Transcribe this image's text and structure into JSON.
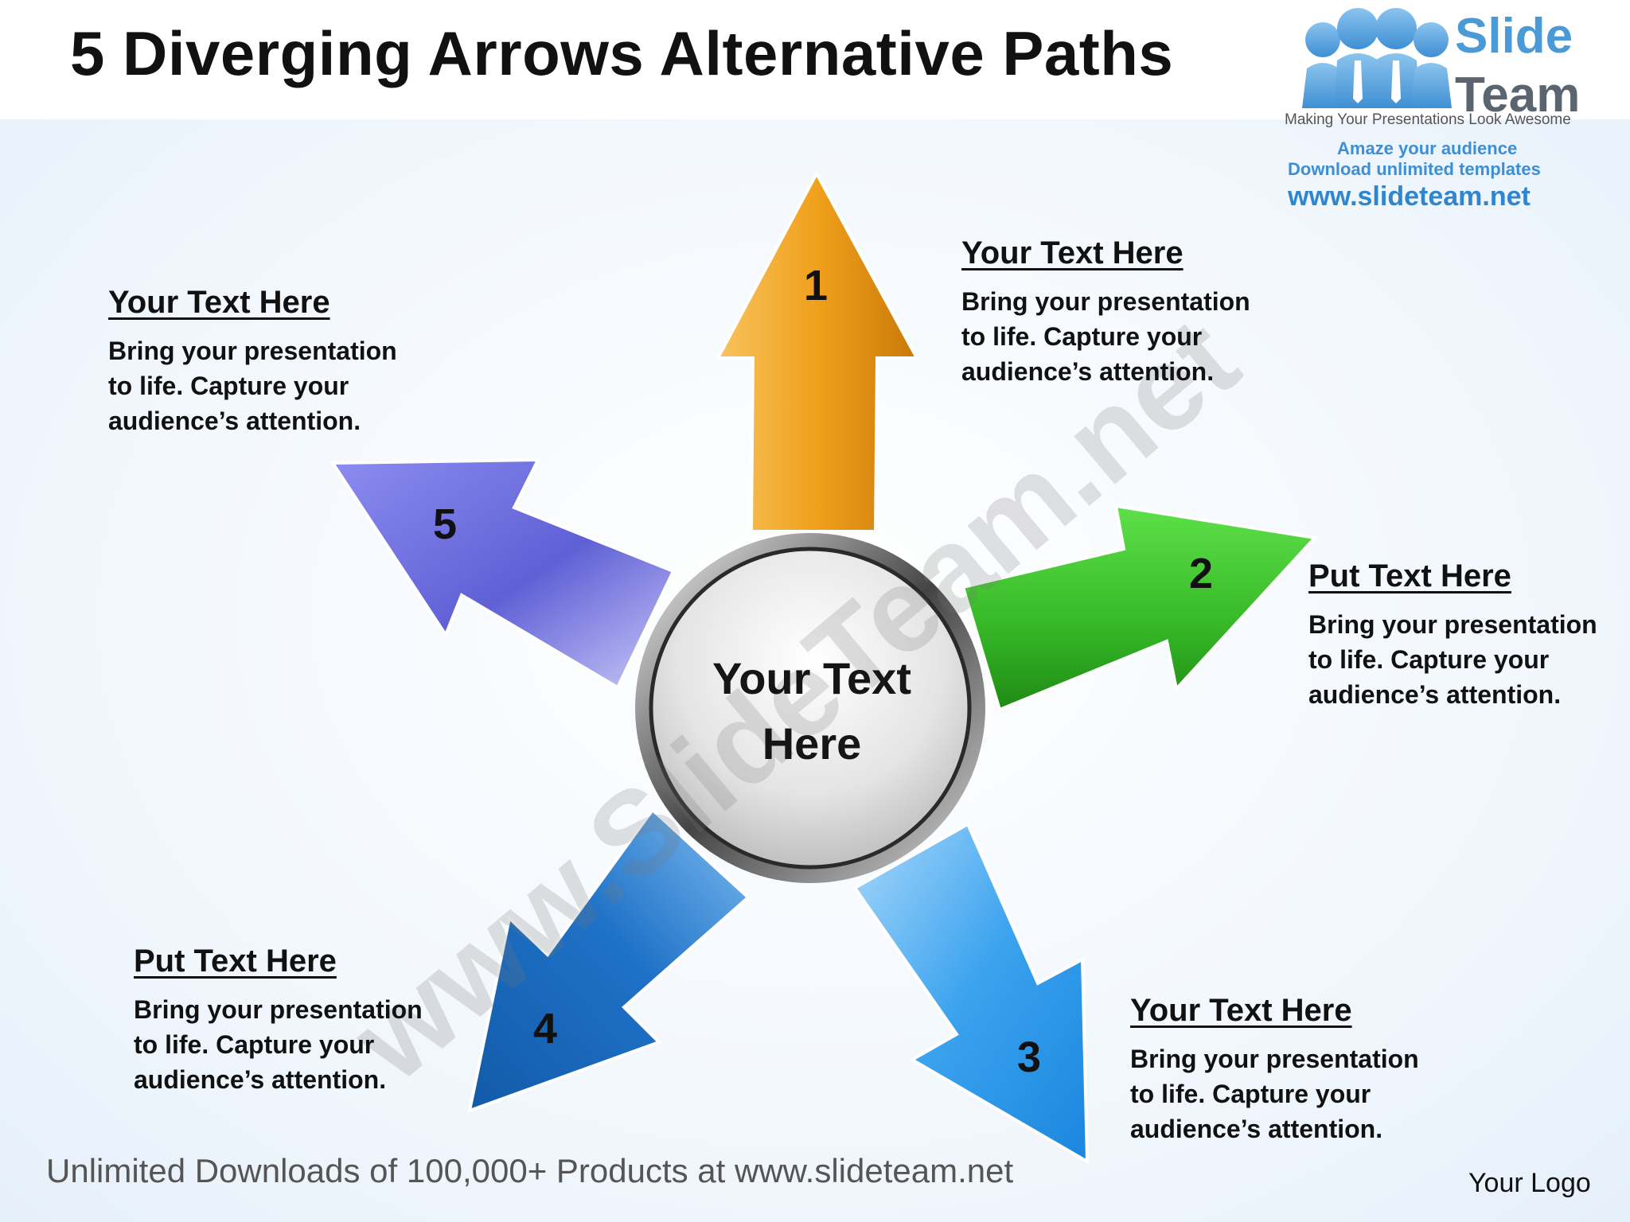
{
  "title": "5 Diverging Arrows Alternative Paths",
  "brand": {
    "word1": "Slide",
    "word2": "Team",
    "tagline": "Making Your Presentations Look Awesome",
    "line1": "Amaze your audience",
    "line2": "Download unlimited templates",
    "url": "www.slideteam.net"
  },
  "watermark": "www.SlideTeam.net",
  "center": {
    "line1": "Your Text",
    "line2": "Here"
  },
  "arrows": [
    {
      "number": "1",
      "color": "#f0a01c",
      "heading": "Your Text Here",
      "body": [
        "Bring your presentation",
        "to life. Capture your",
        "audience’s attention."
      ]
    },
    {
      "number": "2",
      "color": "#3cbf2c",
      "heading": "Put Text Here",
      "body": [
        "Bring your presentation",
        "to life. Capture your",
        "audience’s attention."
      ]
    },
    {
      "number": "3",
      "color": "#3aa2ee",
      "heading": "Your Text Here",
      "body": [
        "Bring your presentation",
        "to life. Capture your",
        "audience’s attention."
      ]
    },
    {
      "number": "4",
      "color": "#1f72c8",
      "heading": "Put Text Here",
      "body": [
        "Bring your presentation",
        "to life. Capture your",
        "audience’s attention."
      ]
    },
    {
      "number": "5",
      "color": "#6a6ad8",
      "heading": "Your Text Here",
      "body": [
        "Bring your presentation",
        "to life. Capture your",
        "audience’s attention."
      ]
    }
  ],
  "footer": "Unlimited Downloads of 100,000+ Products at www.slideteam.net",
  "logo_placeholder": "Your Logo"
}
